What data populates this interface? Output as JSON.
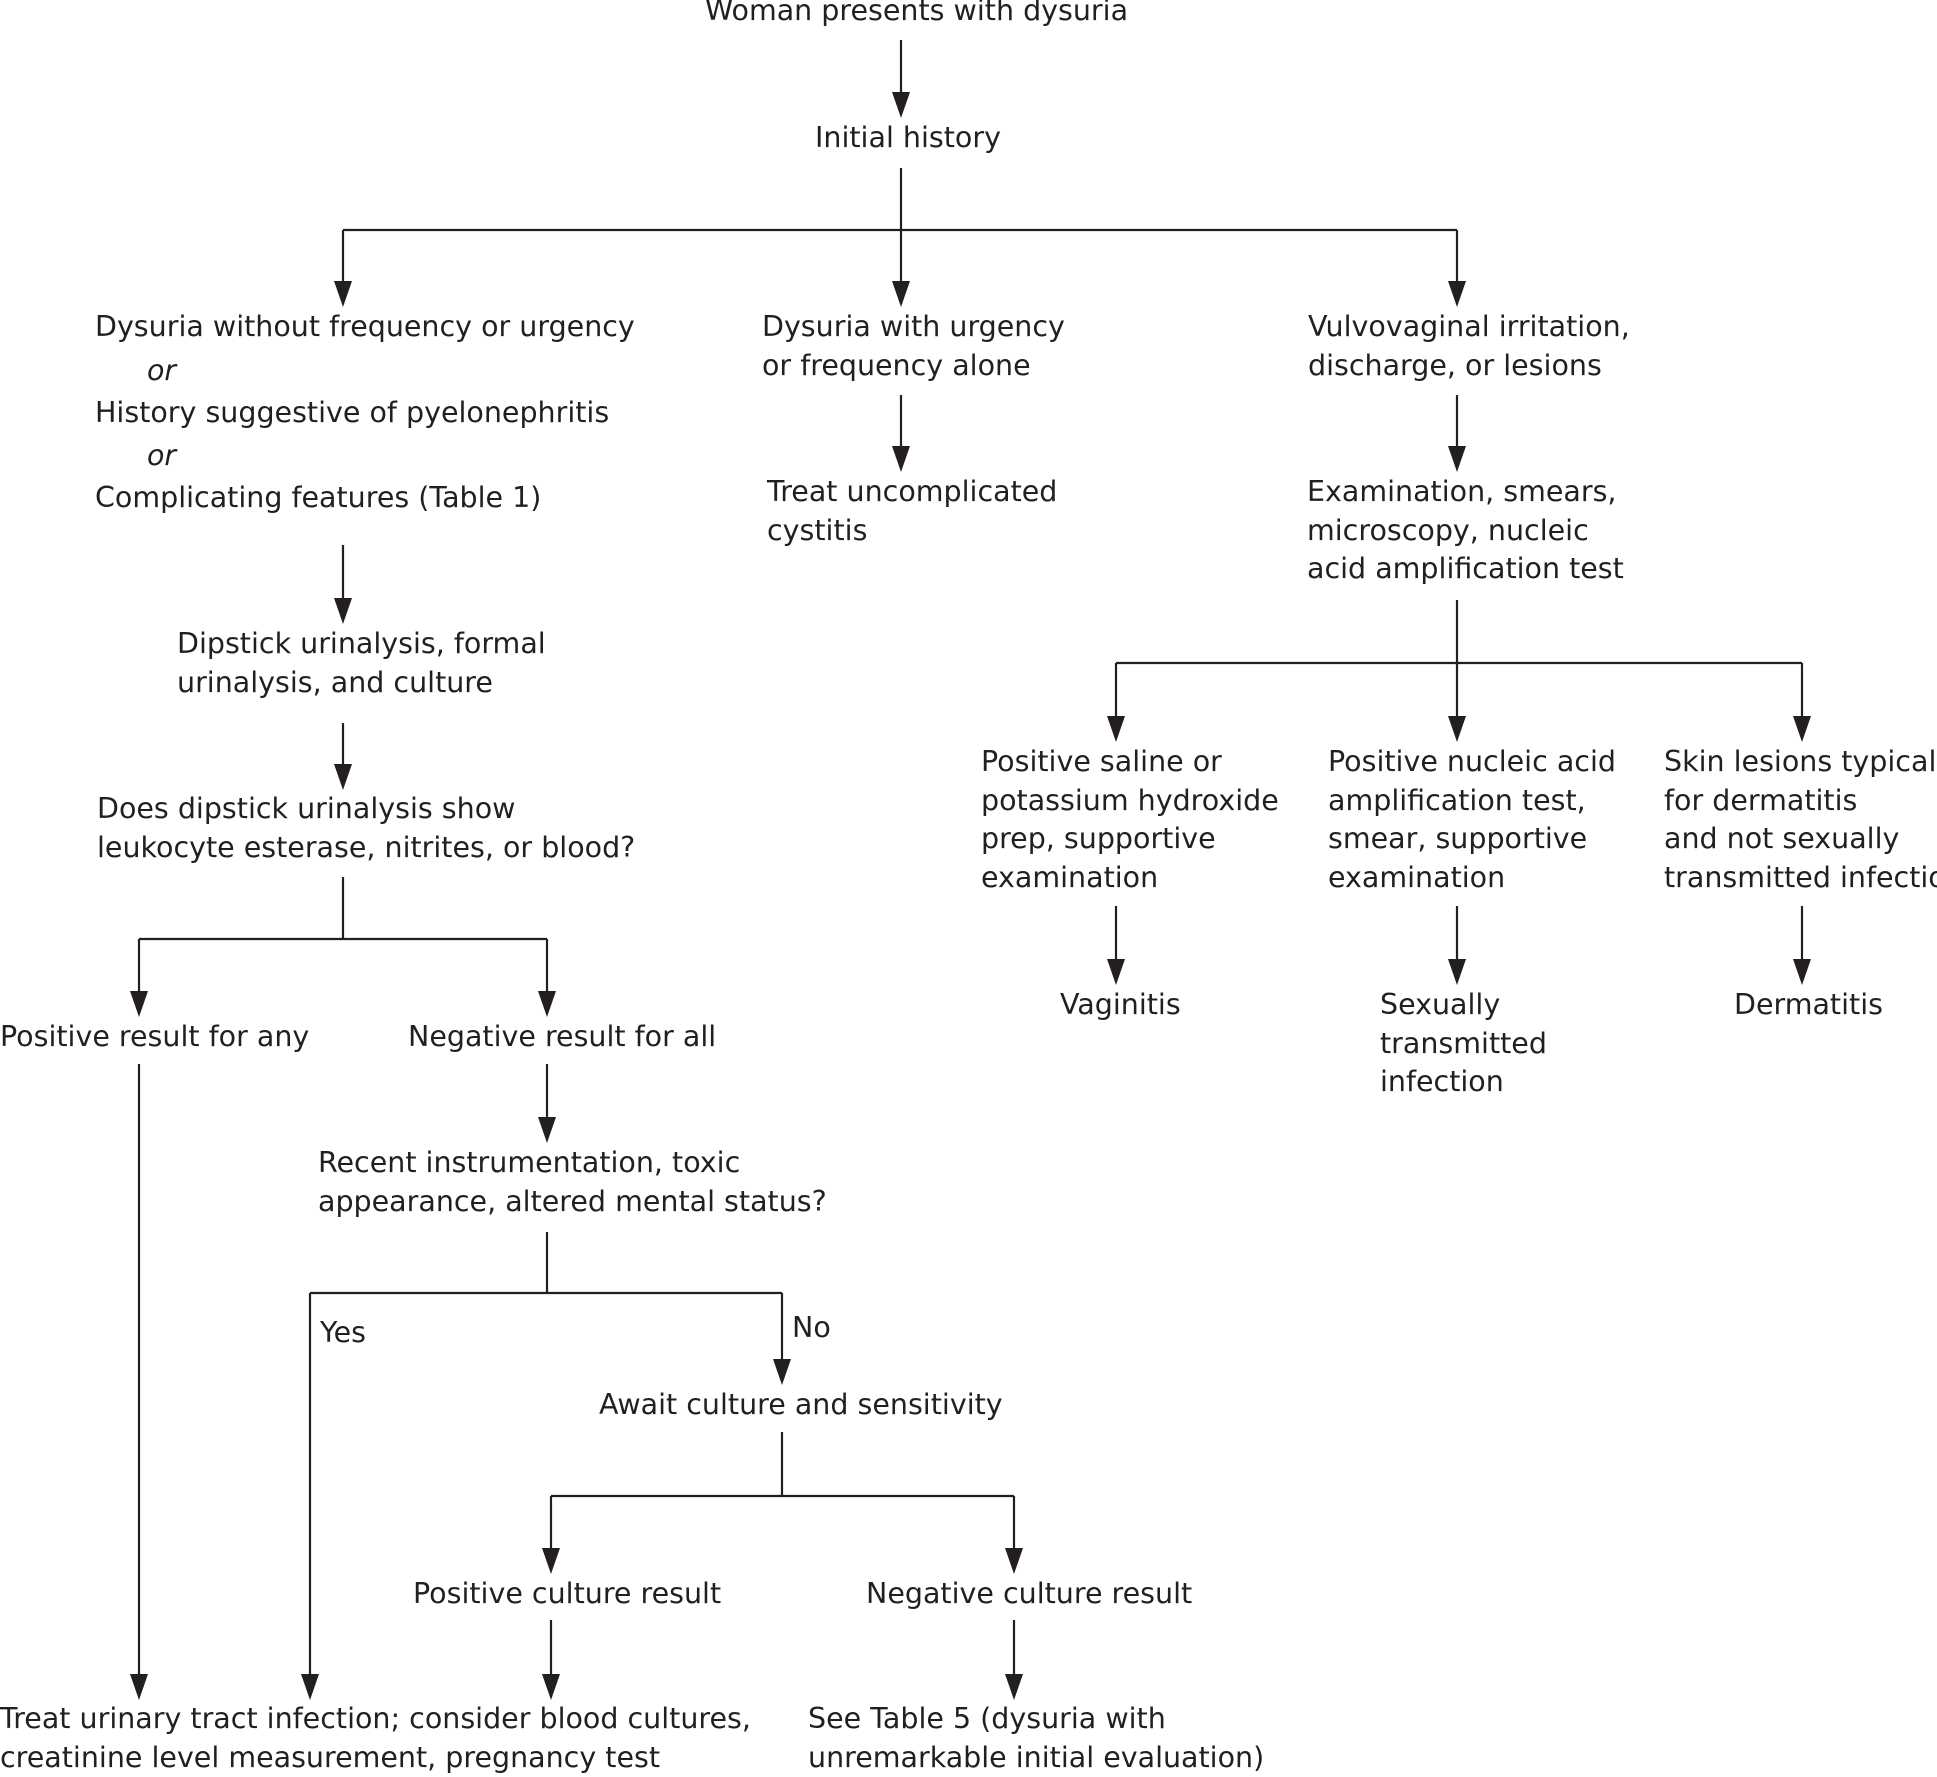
{
  "flowchart": {
    "nodes": {
      "start": [
        "Woman presents with dysuria"
      ],
      "history": [
        "Initial history"
      ],
      "left_branch": {
        "line1": "Dysuria without frequency or urgency",
        "or1": "or",
        "line2": "History suggestive of pyelonephritis",
        "or2": "or",
        "line3": "Complicating features (Table 1)"
      },
      "mid_branch": [
        "Dysuria with urgency",
        "or frequency alone"
      ],
      "right_branch": [
        "Vulvovaginal irritation,",
        "discharge, or lesions"
      ],
      "treat_cystitis": [
        "Treat uncomplicated",
        "cystitis"
      ],
      "exam": [
        "Examination, smears,",
        "microscopy, nucleic",
        "acid amplification test"
      ],
      "urinalysis": [
        "Dipstick urinalysis, formal",
        "urinalysis, and culture"
      ],
      "dipstick_q": [
        "Does dipstick urinalysis show",
        "leukocyte esterase, nitrites, or blood?"
      ],
      "saline": [
        "Positive saline or",
        "potassium hydroxide",
        "prep, supportive",
        "examination"
      ],
      "naat": [
        "Positive nucleic acid",
        "amplification test,",
        "smear, supportive",
        "examination"
      ],
      "skin": [
        "Skin lesions typical",
        "for dermatitis",
        "and not sexually",
        "transmitted infection"
      ],
      "vaginitis": [
        "Vaginitis"
      ],
      "sti": [
        "Sexually",
        "transmitted",
        "infection"
      ],
      "dermatitis": [
        "Dermatitis"
      ],
      "pos_any": [
        "Positive result for any"
      ],
      "neg_all": [
        "Negative result for all"
      ],
      "recent_q": [
        "Recent instrumentation, toxic",
        "appearance, altered mental status?"
      ],
      "await": [
        "Await culture and sensitivity"
      ],
      "pos_culture": [
        "Positive culture result"
      ],
      "neg_culture": [
        "Negative culture result"
      ],
      "treat_uti": [
        "Treat urinary tract infection; consider blood cultures,",
        "creatinine level measurement, pregnancy test"
      ],
      "see_table5": [
        "See Table 5 (dysuria with",
        "unremarkable initial evaluation)"
      ]
    },
    "edge_labels": {
      "yes": "Yes",
      "no": "No"
    },
    "edges": [
      [
        "start",
        "history"
      ],
      [
        "history",
        "left_branch"
      ],
      [
        "history",
        "mid_branch"
      ],
      [
        "history",
        "right_branch"
      ],
      [
        "mid_branch",
        "treat_cystitis"
      ],
      [
        "right_branch",
        "exam"
      ],
      [
        "left_branch",
        "urinalysis"
      ],
      [
        "urinalysis",
        "dipstick_q"
      ],
      [
        "exam",
        "saline"
      ],
      [
        "exam",
        "naat"
      ],
      [
        "exam",
        "skin"
      ],
      [
        "saline",
        "vaginitis"
      ],
      [
        "naat",
        "sti"
      ],
      [
        "skin",
        "dermatitis"
      ],
      [
        "dipstick_q",
        "pos_any"
      ],
      [
        "dipstick_q",
        "neg_all"
      ],
      [
        "pos_any",
        "treat_uti"
      ],
      [
        "neg_all",
        "recent_q"
      ],
      [
        "recent_q",
        "treat_uti",
        "yes"
      ],
      [
        "recent_q",
        "await",
        "no"
      ],
      [
        "await",
        "pos_culture"
      ],
      [
        "await",
        "neg_culture"
      ],
      [
        "pos_culture",
        "treat_uti"
      ],
      [
        "neg_culture",
        "see_table5"
      ]
    ],
    "colors": {
      "ink": "#231f20",
      "background": "#ffffff"
    }
  }
}
